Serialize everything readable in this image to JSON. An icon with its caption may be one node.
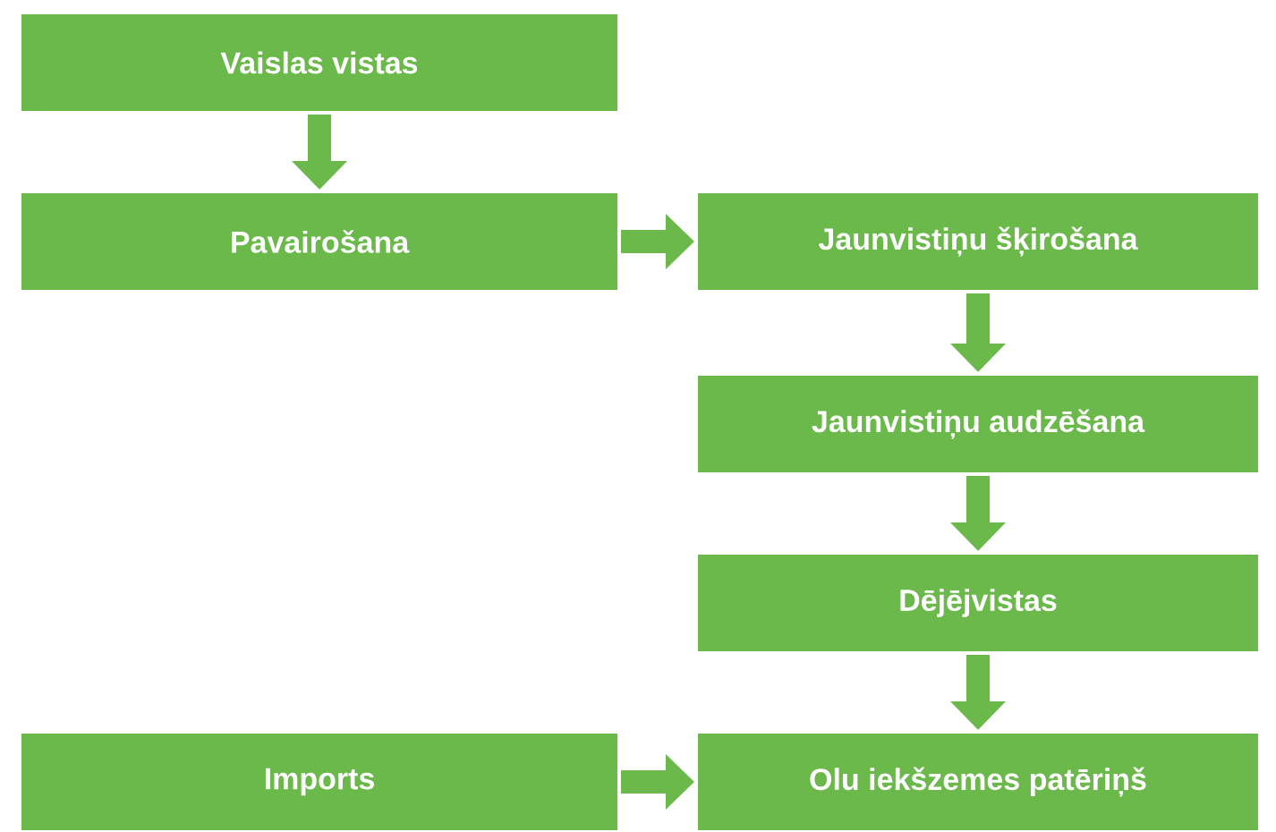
{
  "diagram": {
    "nodes": [
      {
        "text": [
          "Vaislas vistas"
        ]
      },
      {
        "text": [
          "Pavairošana"
        ]
      },
      {
        "text": [
          "Jaunvistiņu šķirošana"
        ]
      },
      {
        "text": [
          "Jaunvistiņu audzēšana"
        ]
      },
      {
        "text": [
          "Dējējvistas"
        ]
      },
      {
        "text": [
          "Imports"
        ]
      },
      {
        "text": [
          "Olu iekšzemes patēriņš"
        ]
      }
    ],
    "edges": [
      {
        "from": 0,
        "to": 1,
        "arrow": "to"
      },
      {
        "from": 1,
        "to": 2,
        "arrow": "to"
      },
      {
        "from": 2,
        "to": 3,
        "arrow": "to"
      },
      {
        "from": 3,
        "to": 4,
        "arrow": "to"
      },
      {
        "from": 4,
        "to": 6,
        "arrow": "to"
      },
      {
        "from": 5,
        "to": 6,
        "arrow": "to"
      }
    ]
  }
}
